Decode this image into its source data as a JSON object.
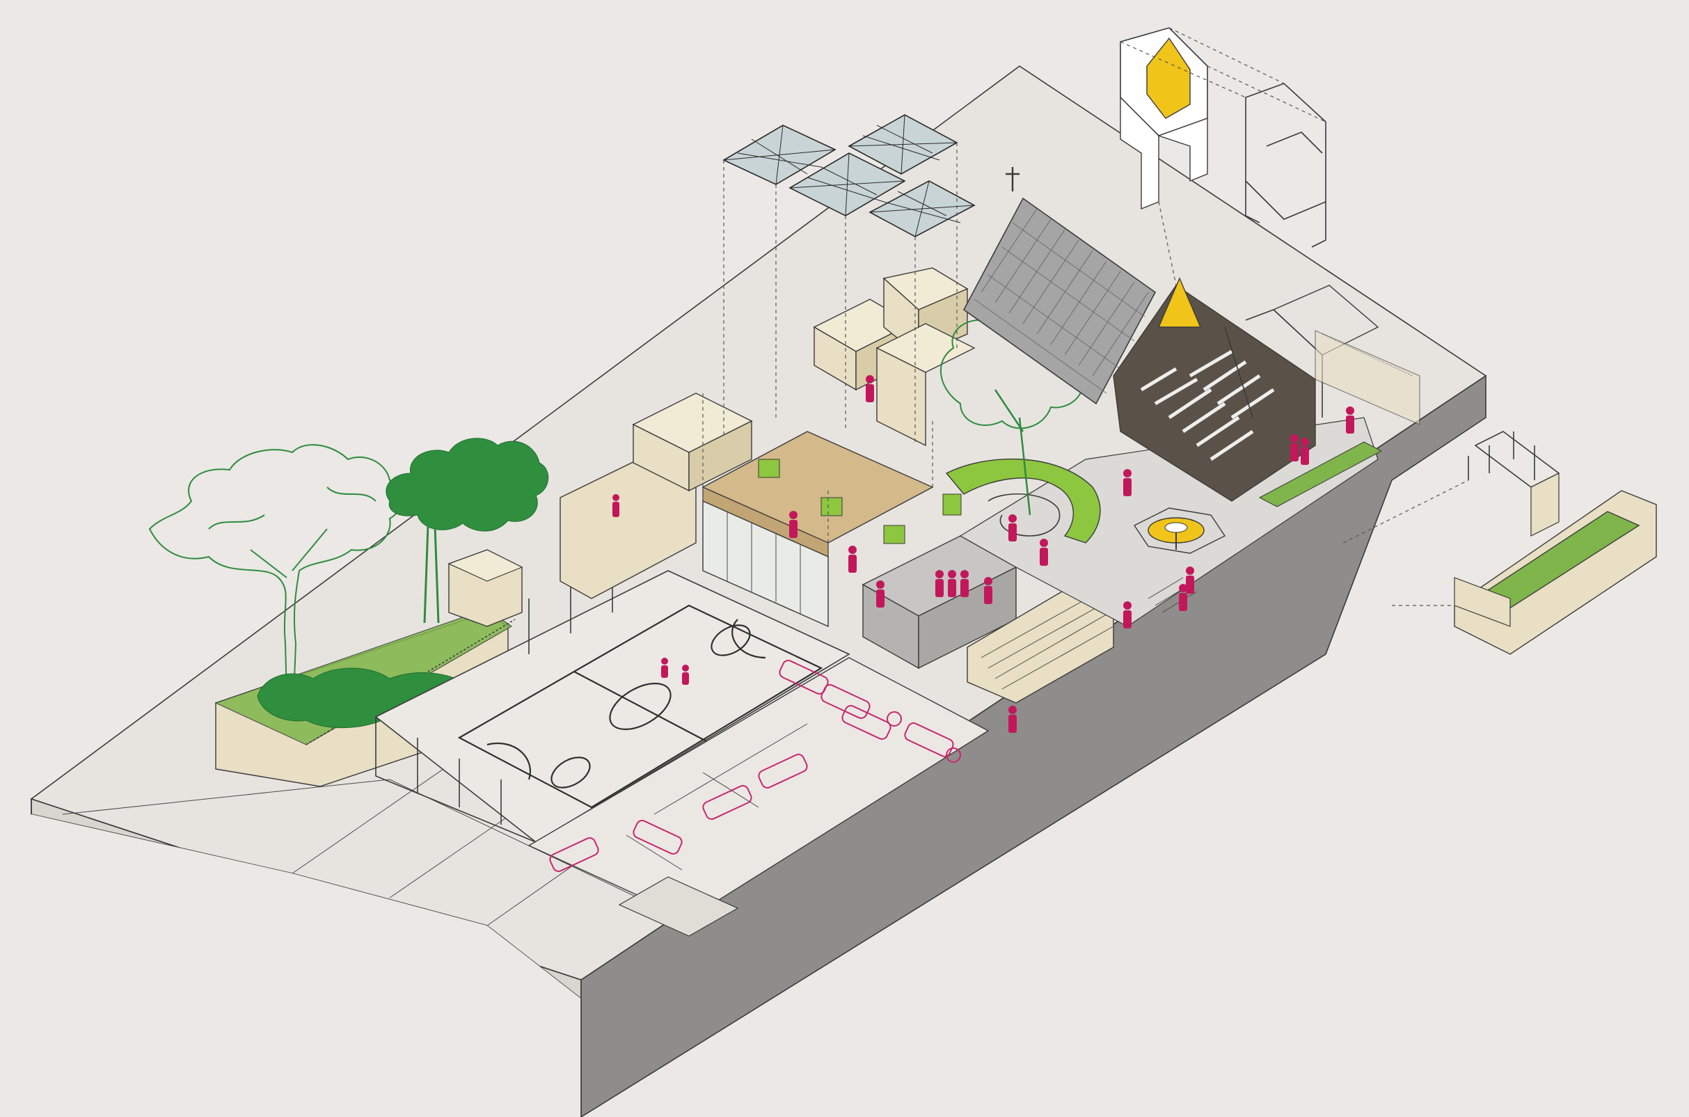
{
  "diagram": {
    "type": "exploded-axonometric",
    "colors": {
      "background": "#ebe8e5",
      "ground_top": "#e7e4e0",
      "ground_side": "#8f8d8b",
      "ground_front": "#d9d6d0",
      "wall": "#e8dfc4",
      "wall_dark": "#cfc4a2",
      "floor_wood": "#d4b98a",
      "lawn": "#7fb54b",
      "accent_green": "#8dc63f",
      "accent_yellow": "#f0c419",
      "people": "#c2185b",
      "tree_green": "#2e8b3e",
      "roof_grey": "#9a9a9a",
      "nave_dark": "#5a5248",
      "parking_lines": "#c8266e"
    },
    "elements": [
      {
        "name": "sports-court",
        "icon": "basketball-court-icon"
      },
      {
        "name": "parking-area",
        "icon": "car-outline-icon",
        "count": 9
      },
      {
        "name": "accessible-parking",
        "icon": "wheelchair-icon",
        "count": 2
      },
      {
        "name": "church-nave",
        "icon": "pitched-roof-icon"
      },
      {
        "name": "bell-tower",
        "icon": "bell-tower-icon"
      },
      {
        "name": "canopy-panels",
        "icon": "tensile-canopy-icon",
        "count": 4
      },
      {
        "name": "central-fountain",
        "icon": "fountain-icon"
      },
      {
        "name": "trees",
        "icon": "tree-icon",
        "count": 3
      },
      {
        "name": "people",
        "icon": "person-silhouette-icon"
      },
      {
        "name": "pool-annex",
        "icon": "pool-icon"
      }
    ]
  }
}
